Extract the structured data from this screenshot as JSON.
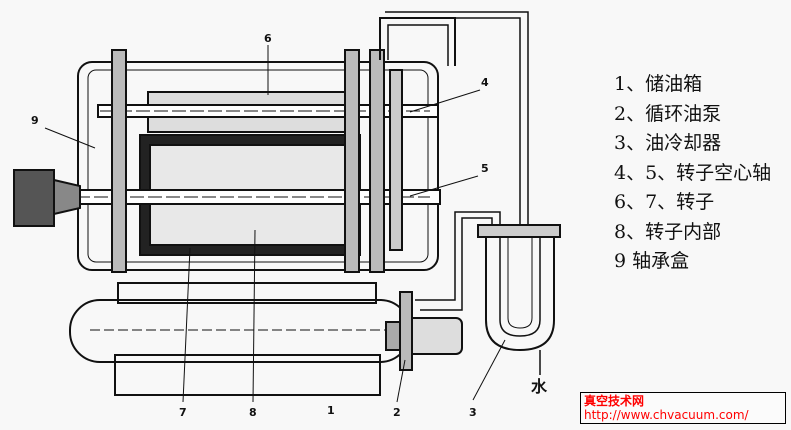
{
  "diagram": {
    "callouts": [
      "6",
      "4",
      "9",
      "5",
      "7",
      "8",
      "1",
      "2",
      "3"
    ],
    "water_label": "水"
  },
  "legend": {
    "items": [
      "1、储油箱",
      "2、循环油泵",
      "3、油冷却器",
      "4、5、转子空心轴",
      "6、7、转子",
      "8、转子内部",
      "9 轴承盒"
    ]
  },
  "watermark": {
    "title": "真空技术网",
    "url": "http://www.chvacuum.com/"
  }
}
